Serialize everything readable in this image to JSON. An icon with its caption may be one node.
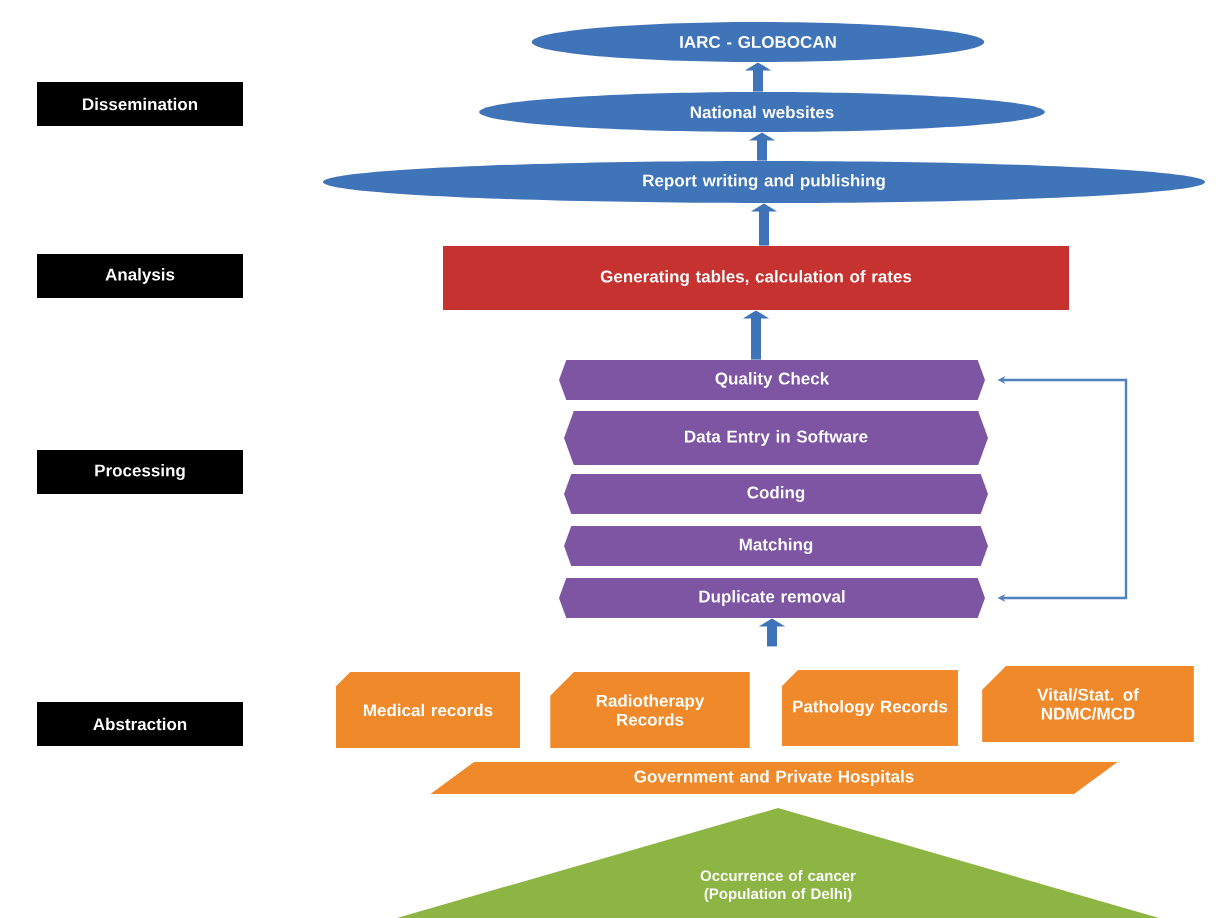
{
  "diagram": {
    "nodes": [
      {
        "text": [
          "Dissemination"
        ]
      },
      {
        "text": [
          "IARC - GLOBOCAN"
        ]
      },
      {
        "text": [
          "National websites"
        ]
      },
      {
        "text": [
          "Report writing and publishing"
        ]
      },
      {
        "text": [
          "Analysis"
        ]
      },
      {
        "text": [
          "Generating tables, calculation of rates"
        ]
      },
      {
        "text": [
          "Processing"
        ]
      },
      {
        "text": [
          "Quality Check"
        ]
      },
      {
        "text": [
          "Data Entry in Software"
        ]
      },
      {
        "text": [
          "Coding"
        ]
      },
      {
        "text": [
          "Matching"
        ]
      },
      {
        "text": [
          "Duplicate removal"
        ]
      },
      {
        "text": [
          "Abstraction"
        ]
      },
      {
        "text": [
          "Medical records"
        ]
      },
      {
        "text": [
          "Radiotherapy Records"
        ]
      },
      {
        "text": [
          "Pathology Records"
        ]
      },
      {
        "text": [
          "Vital/Stat. of NDMC/MCD"
        ]
      },
      {
        "text": [
          "Government and Private Hospitals"
        ]
      },
      {
        "text": [
          "Occurrence of cancer (Population of Delhi)"
        ]
      }
    ],
    "edges": [
      {
        "from": 2,
        "to": 1,
        "arrow": "to"
      },
      {
        "from": 3,
        "to": 2,
        "arrow": "to"
      },
      {
        "from": 5,
        "to": 3,
        "arrow": "to"
      },
      {
        "from": 7,
        "to": 5,
        "arrow": "to"
      },
      {
        "from": null,
        "to": 11,
        "arrow": "to"
      },
      {
        "from": 7,
        "to": 11,
        "arrow": "both"
      }
    ]
  }
}
